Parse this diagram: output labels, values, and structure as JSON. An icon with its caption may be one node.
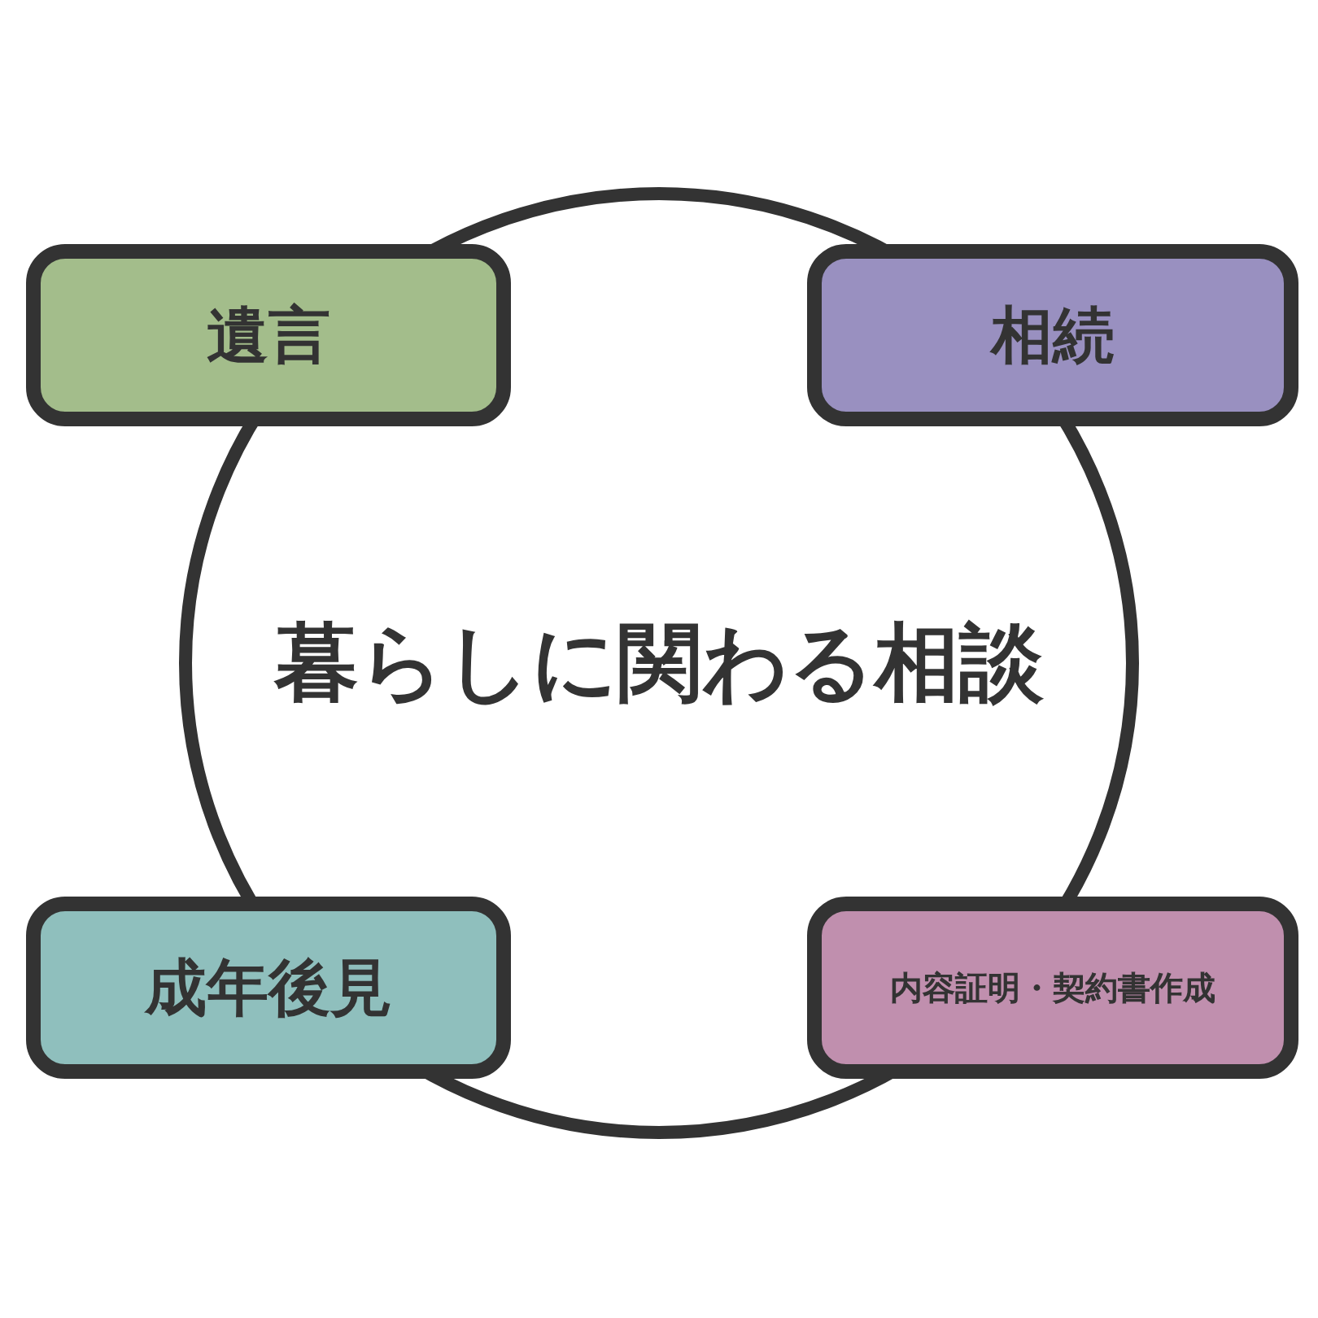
{
  "diagram": {
    "nodes": [
      {
        "text": [
          "暮らしに関わる相談"
        ]
      },
      {
        "text": [
          "遺言"
        ]
      },
      {
        "text": [
          "相続"
        ]
      },
      {
        "text": [
          "成年後見"
        ]
      },
      {
        "text": [
          "内容証明・契約書作成"
        ]
      }
    ],
    "edges": []
  }
}
